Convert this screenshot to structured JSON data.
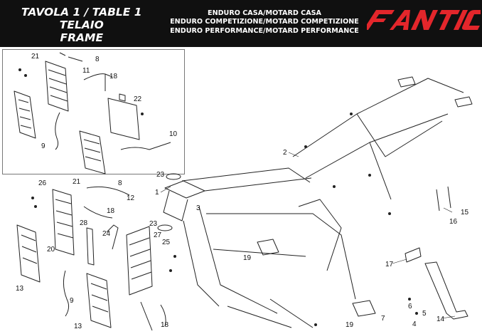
{
  "header": {
    "title_lines": [
      "TAVOLA 1  /  TABLE 1",
      "TELAIO",
      "FRAME"
    ],
    "editions": [
      "ENDURO CASA/MOTARD CASA",
      "ENDURO COMPETIZIONE/MOTARD COMPETIZIONE",
      "ENDURO PERFORMANCE/MOTARD PERFORMANCE"
    ],
    "brand": "FANTIC",
    "brand_color": "#e3262b",
    "background_color": "#101010"
  },
  "callouts": [
    "21",
    "8",
    "11",
    "18",
    "22",
    "9",
    "10",
    "2",
    "23",
    "26",
    "21",
    "8",
    "12",
    "1",
    "3",
    "18",
    "28",
    "24",
    "23",
    "27",
    "25",
    "20",
    "13",
    "19",
    "16",
    "15",
    "9",
    "17",
    "19",
    "6",
    "13",
    "18",
    "4",
    "5",
    "7",
    "14"
  ]
}
